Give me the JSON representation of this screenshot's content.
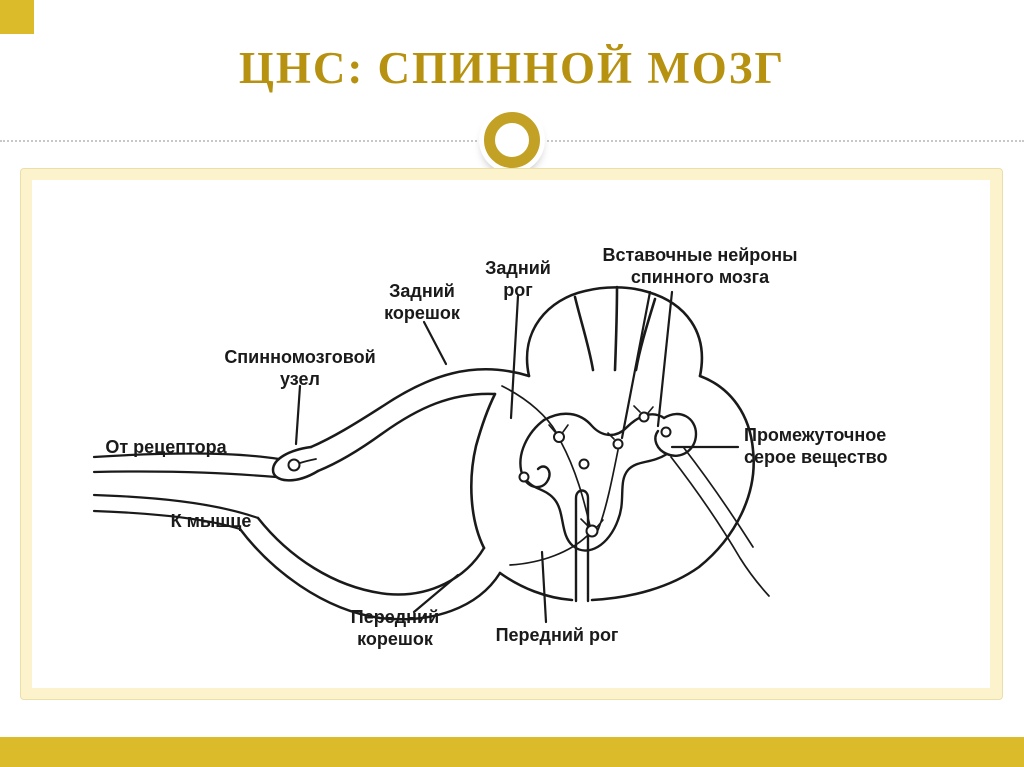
{
  "slide": {
    "title": "ЦНС: СПИННОЙ МОЗГ",
    "theme": {
      "title_color": "#B79110",
      "ring_gold": "#C2A125",
      "bar_gold": "#DCBB2B",
      "panel_cream": "#FCF3CC",
      "ink": "#1A1A1A"
    }
  },
  "diagram": {
    "labels": {
      "dorsal_root": "Задний\nкорешок",
      "dorsal_horn": "Задний\nрог",
      "interneurons": "Вставочные нейроны\nспинного мозга",
      "spinal_ganglion": "Спинномозговой\nузел",
      "from_receptor": "От рецептора",
      "intermediate_gray": "Промежуточное\nсерое вещество",
      "to_muscle": "К мышце",
      "ventral_root": "Передний\nкорешок",
      "ventral_horn": "Передний рог"
    }
  }
}
